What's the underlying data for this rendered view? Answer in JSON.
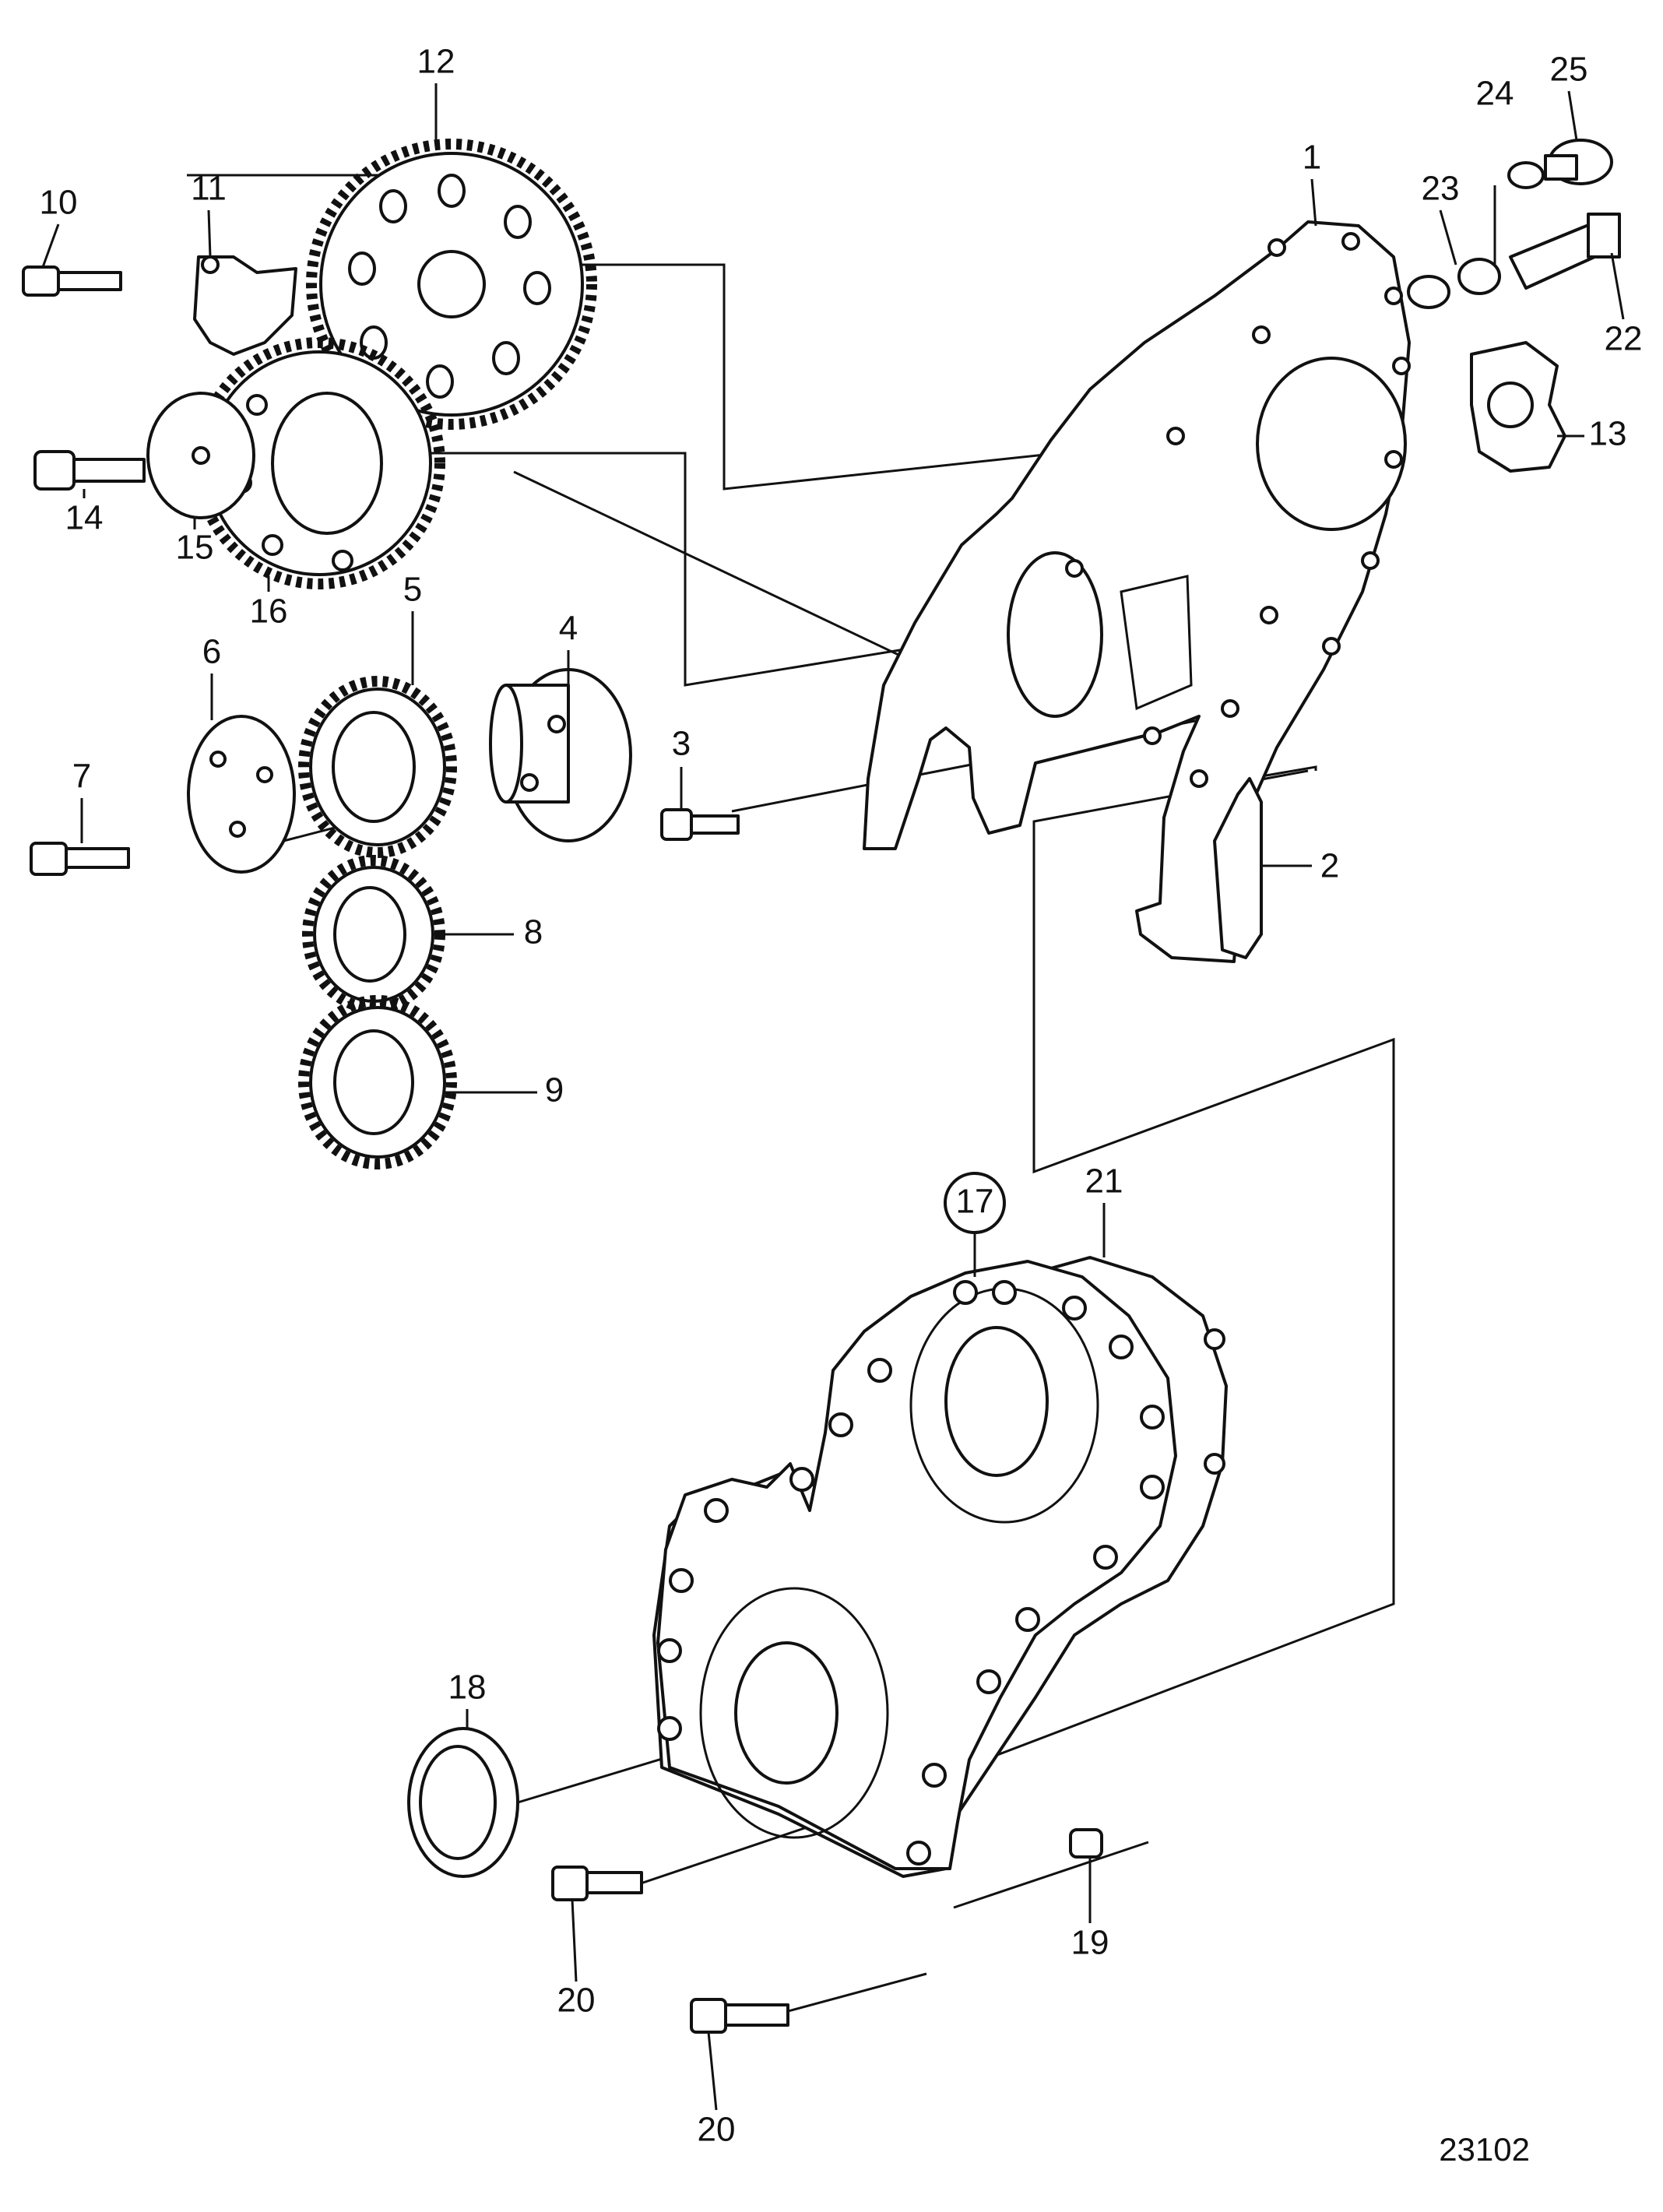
{
  "diagram": {
    "reference_number": "23102",
    "callouts": [
      {
        "id": "1",
        "label": "1"
      },
      {
        "id": "2",
        "label": "2"
      },
      {
        "id": "3",
        "label": "3"
      },
      {
        "id": "4",
        "label": "4"
      },
      {
        "id": "5",
        "label": "5"
      },
      {
        "id": "6",
        "label": "6"
      },
      {
        "id": "7",
        "label": "7"
      },
      {
        "id": "8",
        "label": "8"
      },
      {
        "id": "9",
        "label": "9"
      },
      {
        "id": "10",
        "label": "10"
      },
      {
        "id": "11",
        "label": "11"
      },
      {
        "id": "12",
        "label": "12"
      },
      {
        "id": "13",
        "label": "13"
      },
      {
        "id": "14",
        "label": "14"
      },
      {
        "id": "15",
        "label": "15"
      },
      {
        "id": "16",
        "label": "16"
      },
      {
        "id": "17",
        "label": "17",
        "circled": true
      },
      {
        "id": "18",
        "label": "18"
      },
      {
        "id": "19",
        "label": "19"
      },
      {
        "id": "20a",
        "label": "20"
      },
      {
        "id": "20b",
        "label": "20"
      },
      {
        "id": "21",
        "label": "21"
      },
      {
        "id": "22",
        "label": "22"
      },
      {
        "id": "23",
        "label": "23"
      },
      {
        "id": "24",
        "label": "24"
      },
      {
        "id": "25",
        "label": "25"
      }
    ]
  }
}
